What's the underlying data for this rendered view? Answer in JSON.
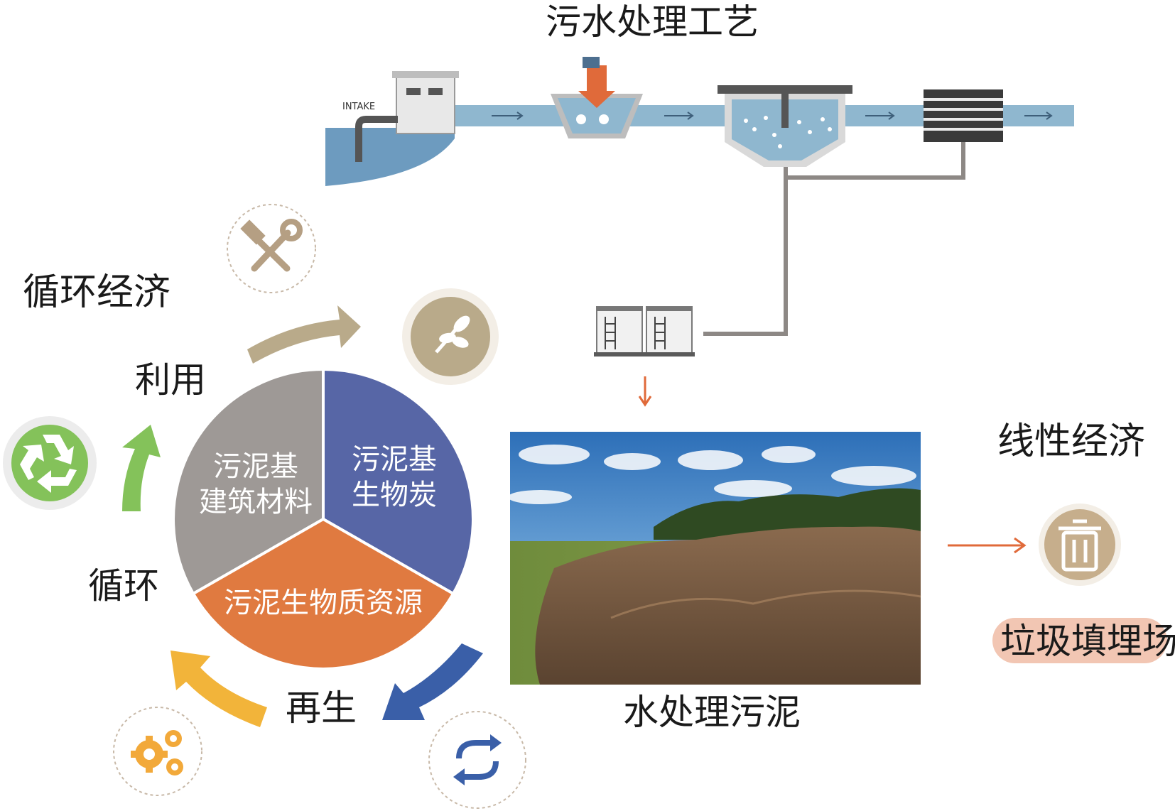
{
  "title": "污水处理工艺",
  "plant": {
    "intake_label": "INTAKE"
  },
  "sludge_label": "水处理污泥",
  "linear_economy": {
    "label": "线性经济",
    "landfill_label": "垃圾填埋场",
    "icon": "trash-icon"
  },
  "circular_economy": {
    "label": "循环经济",
    "stage_use": "利用",
    "stage_cycle": "循环",
    "stage_regen": "再生",
    "pie": {
      "segments": [
        {
          "line1": "污泥基",
          "line2": "建筑材料",
          "color": "#9e9996"
        },
        {
          "line1": "污泥基",
          "line2": "生物炭",
          "color": "#5766a6"
        },
        {
          "line1": "污泥生物质资源",
          "color": "#e07a40"
        }
      ]
    },
    "icons": [
      "tools-icon",
      "leaf-icon",
      "recycle-icon",
      "gears-icon",
      "cycle-arrows-icon"
    ],
    "arrow_colors": {
      "tan": "#b9aa8a",
      "green": "#84c25a",
      "yellow": "#f2b43a",
      "blue": "#3a5fa8"
    }
  },
  "colors": {
    "water": "#8fb7cf",
    "water_dark": "#5b88aa",
    "pipe": "#8d8885",
    "accent_red": "#e06a3a",
    "dark_gray": "#4a4a4a"
  }
}
